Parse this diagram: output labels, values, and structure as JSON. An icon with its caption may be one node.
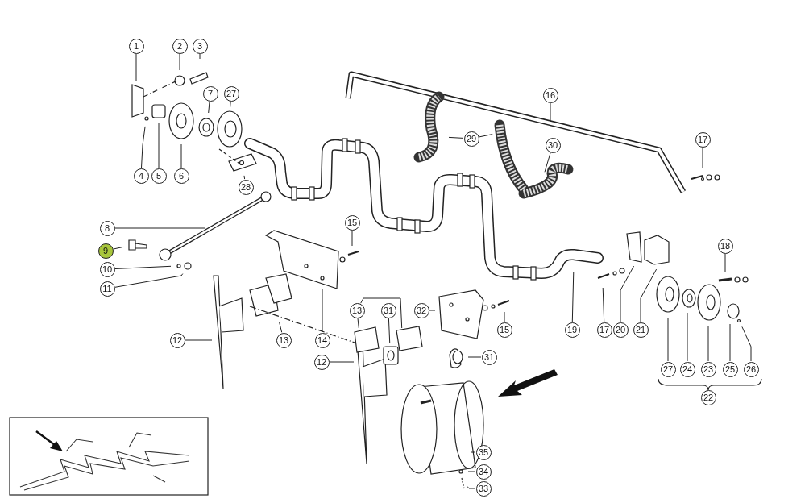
{
  "diagram": {
    "nodes": [
      {
        "text": [
          "1"
        ]
      },
      {
        "text": [
          "2"
        ]
      },
      {
        "text": [
          "3"
        ]
      },
      {
        "text": [
          "16"
        ]
      },
      {
        "text": [
          "7"
        ]
      },
      {
        "text": [
          "27"
        ]
      },
      {
        "text": [
          "29"
        ]
      },
      {
        "text": [
          "17"
        ]
      },
      {
        "text": [
          "30"
        ]
      },
      {
        "text": [
          "4"
        ]
      },
      {
        "text": [
          "5"
        ]
      },
      {
        "text": [
          "6"
        ]
      },
      {
        "text": [
          "28"
        ]
      },
      {
        "text": [
          "8"
        ]
      },
      {
        "text": [
          "9"
        ]
      },
      {
        "text": [
          "15"
        ]
      },
      {
        "text": [
          "10"
        ]
      },
      {
        "text": [
          "11"
        ]
      },
      {
        "text": [
          "18"
        ]
      },
      {
        "text": [
          "31"
        ]
      },
      {
        "text": [
          "13"
        ]
      },
      {
        "text": [
          "32"
        ]
      },
      {
        "text": [
          "15"
        ]
      },
      {
        "text": [
          "12"
        ]
      },
      {
        "text": [
          "13"
        ]
      },
      {
        "text": [
          "14"
        ]
      },
      {
        "text": [
          "19"
        ]
      },
      {
        "text": [
          "17"
        ]
      },
      {
        "text": [
          "20"
        ]
      },
      {
        "text": [
          "21"
        ]
      },
      {
        "text": [
          "12"
        ]
      },
      {
        "text": [
          "31"
        ]
      },
      {
        "text": [
          "27"
        ]
      },
      {
        "text": [
          "24"
        ]
      },
      {
        "text": [
          "23"
        ]
      },
      {
        "text": [
          "25"
        ]
      },
      {
        "text": [
          "26"
        ]
      },
      {
        "text": [
          "22"
        ]
      },
      {
        "text": [
          "35"
        ]
      },
      {
        "text": [
          "34"
        ]
      },
      {
        "text": [
          "33"
        ]
      }
    ],
    "edges": [
      {
        "from": 0,
        "to": null,
        "arrow": "none"
      },
      {
        "from": 1,
        "to": null,
        "arrow": "none"
      },
      {
        "from": 2,
        "to": null,
        "arrow": "none"
      },
      {
        "from": 3,
        "to": null,
        "arrow": "none"
      },
      {
        "from": 4,
        "to": null,
        "arrow": "none"
      },
      {
        "from": 5,
        "to": null,
        "arrow": "none"
      },
      {
        "from": 6,
        "to": null,
        "arrow": "none"
      },
      {
        "from": 6,
        "to": null,
        "arrow": "none"
      },
      {
        "from": 7,
        "to": null,
        "arrow": "none"
      },
      {
        "from": 8,
        "to": null,
        "arrow": "none"
      },
      {
        "from": 9,
        "to": null,
        "arrow": "none"
      },
      {
        "from": 10,
        "to": null,
        "arrow": "none"
      },
      {
        "from": 11,
        "to": null,
        "arrow": "none"
      },
      {
        "from": 12,
        "to": null,
        "arrow": "none"
      },
      {
        "from": 13,
        "to": null,
        "arrow": "none"
      },
      {
        "from": 14,
        "to": null,
        "arrow": "none"
      },
      {
        "from": 15,
        "to": null,
        "arrow": "none"
      },
      {
        "from": 16,
        "to": null,
        "arrow": "none"
      },
      {
        "from": 17,
        "to": null,
        "arrow": "none"
      },
      {
        "from": 18,
        "to": null,
        "arrow": "none"
      },
      {
        "from": 19,
        "to": null,
        "arrow": "none"
      },
      {
        "from": 20,
        "to": null,
        "arrow": "none"
      },
      {
        "from": 20,
        "to": null,
        "arrow": "none"
      },
      {
        "from": 21,
        "to": null,
        "arrow": "none"
      },
      {
        "from": 22,
        "to": null,
        "arrow": "none"
      },
      {
        "from": 23,
        "to": null,
        "arrow": "none"
      },
      {
        "from": 24,
        "to": null,
        "arrow": "none"
      },
      {
        "from": 25,
        "to": null,
        "arrow": "none"
      },
      {
        "from": 26,
        "to": null,
        "arrow": "none"
      },
      {
        "from": 27,
        "to": null,
        "arrow": "none"
      },
      {
        "from": 28,
        "to": null,
        "arrow": "none"
      },
      {
        "from": 29,
        "to": null,
        "arrow": "none"
      },
      {
        "from": 30,
        "to": null,
        "arrow": "none"
      },
      {
        "from": 31,
        "to": null,
        "arrow": "none"
      },
      {
        "from": 32,
        "to": null,
        "arrow": "none"
      },
      {
        "from": 33,
        "to": null,
        "arrow": "none"
      },
      {
        "from": 34,
        "to": null,
        "arrow": "none"
      },
      {
        "from": 35,
        "to": null,
        "arrow": "none"
      },
      {
        "from": 36,
        "to": null,
        "arrow": "none"
      },
      {
        "from": 38,
        "to": null,
        "arrow": "none"
      },
      {
        "from": 39,
        "to": null,
        "arrow": "none"
      },
      {
        "from": 40,
        "to": null,
        "arrow": "none"
      }
    ]
  }
}
